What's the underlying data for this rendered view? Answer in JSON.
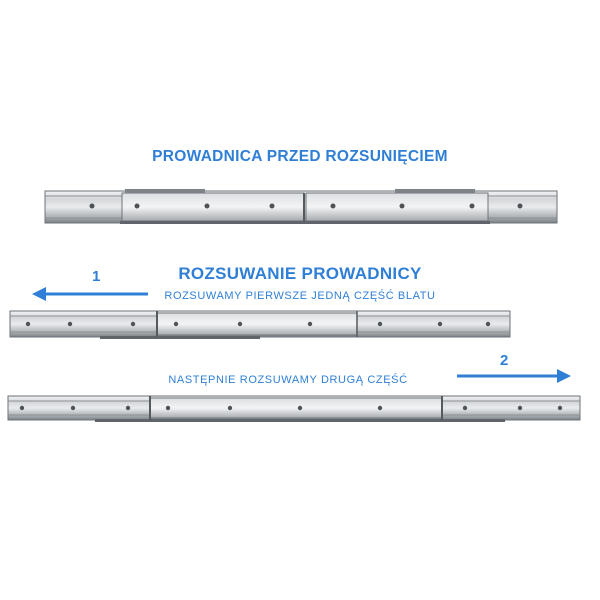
{
  "heading_before": "PROWADNICA PRZED ROZSUNIĘCIEM",
  "heading_extend": "ROZSUWANIE PROWADNICY",
  "step1": {
    "number": "1",
    "text": "ROZSUWAMY PIERWSZE JEDNĄ CZĘŚĆ BLATU"
  },
  "step2": {
    "number": "2",
    "text": "NASTĘPNIE ROZSUWAMY DRUGĄ CZĘŚĆ"
  },
  "colors": {
    "accent": "#2f7fd6",
    "steel_light": "#e6e8ea",
    "steel_mid": "#b9bdc1",
    "steel_dark": "#6d7378"
  },
  "icons": [
    "arrow-left-icon",
    "arrow-right-icon"
  ]
}
